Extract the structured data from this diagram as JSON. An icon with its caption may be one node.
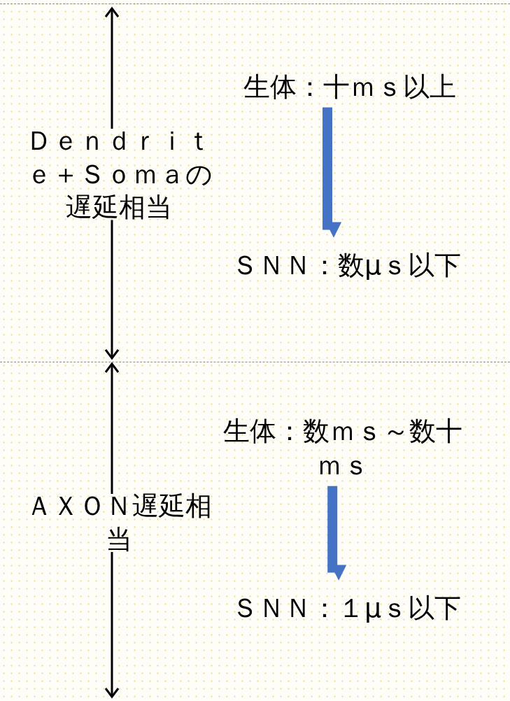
{
  "diagram": {
    "nodes": [
      {
        "text": [
          "生体：十ｍｓ以上"
        ]
      },
      {
        "text": [
          "ＳＮＮ：数μｓ以下"
        ]
      },
      {
        "text": [
          "生体：数ｍｓ～数十ｍｓ"
        ]
      },
      {
        "text": [
          "ＳＮＮ：１μｓ以下"
        ]
      }
    ],
    "edges": [
      {
        "from": 0,
        "to": 1,
        "arrow": "to",
        "color": "#4472c4"
      },
      {
        "from": 2,
        "to": 3,
        "arrow": "to",
        "color": "#4472c4"
      }
    ],
    "labels": [
      "Ｄｅｎｄｒｉｔｅ＋Ｓｏｍａの遅延相当",
      "ＡＸＯＮ遅延相当"
    ]
  }
}
